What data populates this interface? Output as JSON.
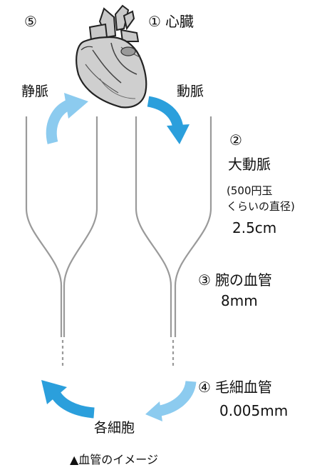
{
  "heart": {
    "marker": "①",
    "label": "心臓",
    "icon": "heart-icon"
  },
  "vein": {
    "marker": "⑤",
    "label": "静脈"
  },
  "artery": {
    "label": "動脈"
  },
  "aorta": {
    "marker": "②",
    "label": "大動脈",
    "note_line1": "(500円玉",
    "note_line2": "くらいの直径)",
    "size": "2.5cm"
  },
  "arm_vessel": {
    "marker": "③",
    "label": "腕の血管",
    "size": "8mm"
  },
  "capillary": {
    "marker": "④",
    "label": "毛細血管",
    "size": "0.005mm"
  },
  "cells": {
    "label": "各細胞"
  },
  "caption": "▲血管のイメージ",
  "colors": {
    "line": "#9a9a9a",
    "arrow_blue_dark": "#2b9fdc",
    "arrow_blue_light": "#8ccbef",
    "heart_fill": "#c9c9c9",
    "heart_dark": "#7a7a7a"
  }
}
